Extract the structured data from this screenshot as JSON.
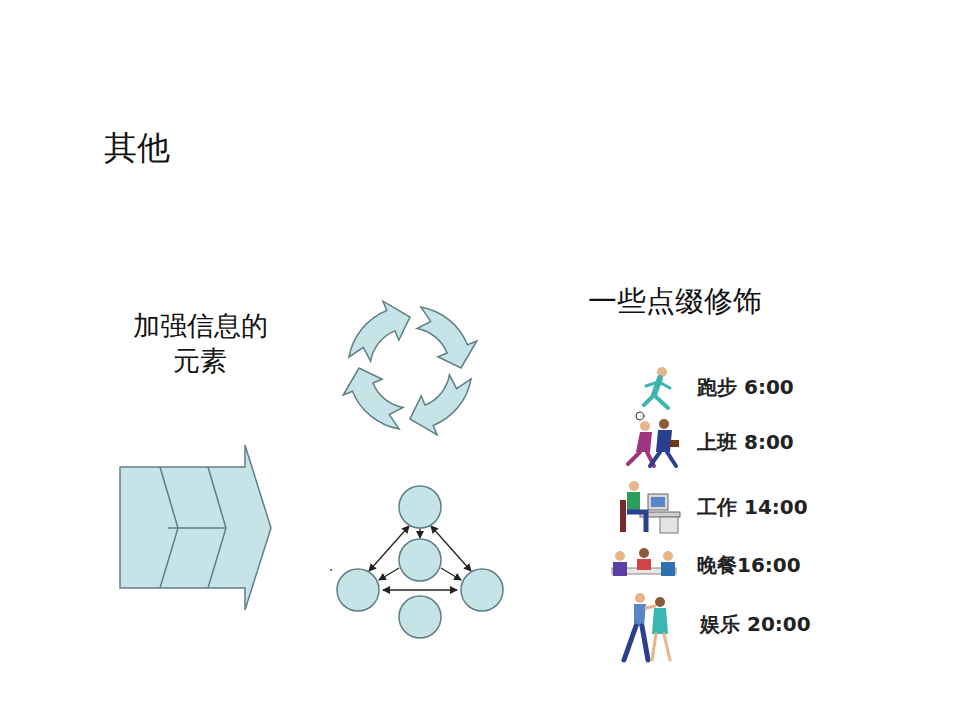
{
  "diagram": {
    "title": "其他",
    "labels": [
      "加强信息的 元素",
      "一些点缀修饰",
      "跑步 6:00",
      "上班 8:00",
      "工作 14:00",
      "晚餐16:00",
      "娱乐 20:00"
    ]
  }
}
